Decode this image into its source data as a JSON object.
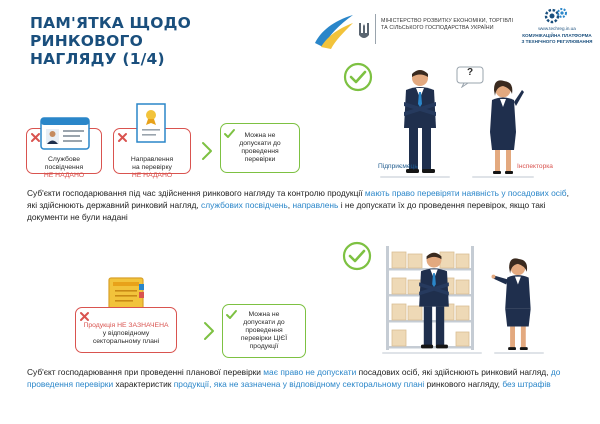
{
  "header": {
    "title_line1": "ПАМ'ЯТКА ЩОДО РИНКОВОГО",
    "title_line2": "НАГЛЯДУ (1/4)",
    "ministry_line1": "Міністерство розвитку економіки, торгівлі",
    "ministry_line2": "та сільського господарства України",
    "platform_url": "www.techreg.in.ua",
    "platform_name_line1": "Комунікаційна платформа",
    "platform_name_line2": "з технічного регулювання"
  },
  "section1": {
    "card_id_line1": "Службове",
    "card_id_line2": "посвідчення",
    "card_id_status": "НЕ НАДАНО",
    "card_doc_line1": "Направлення",
    "card_doc_line2": "на перевірку",
    "card_doc_status": "НЕ НАДАНО",
    "card_allow_line1": "Можна не",
    "card_allow_line2": "допускати до",
    "card_allow_line3": "проведення",
    "card_allow_line4": "перевірки",
    "question_mark": "?",
    "role_entrepreneur": "Підприємець",
    "role_inspector": "Інспекторка",
    "para_p1": "Суб'єкти господарювання під час здійснення ринкового нагляду та контролю продукції ",
    "para_h1": "мають право перевіряти наявність у посадових осіб",
    "para_p2": ", які здійснюють державний ринковий нагляд, ",
    "para_h2": "службових посвідчень",
    "para_p3": ", ",
    "para_h3": "направлень",
    "para_p4": " і не допускати їх до проведення перевірок, якщо такі документи не були надані"
  },
  "section2": {
    "card_prod_line1": "Продукція НЕ ЗАЗНАЧЕНА",
    "card_prod_line2": "у відповідному",
    "card_prod_line3": "секторальному плані",
    "card_allow_line1": "Можна не",
    "card_allow_line2": "допускати до",
    "card_allow_line3": "проведення",
    "card_allow_line4": "перевірки ЦІЄЇ",
    "card_allow_line5": "продукції",
    "para_p1": "Суб'єкт господарювання при проведенні планової перевірки ",
    "para_h1": "має право не допускати",
    "para_p2": " посадових осіб, які здійснюють ринковий нагляд, ",
    "para_h2": "до проведення перевірки",
    "para_p3": " характеристик ",
    "para_h3": "продукції, яка не зазначена у відповідному секторальному плані",
    "para_p4": " ринкового нагляду, ",
    "para_h4": "без штрафів"
  },
  "colors": {
    "title": "#1a4f7d",
    "red": "#d9534f",
    "green": "#7dc142",
    "highlight": "#2a86c9",
    "suit": "#1f2f4d",
    "folder": "#f2c33b"
  },
  "icons": [
    "ukraine-logo-icon",
    "trident-icon",
    "techreg-gears-icon",
    "id-badge-icon",
    "certificate-icon",
    "folder-icon",
    "x-icon",
    "check-icon",
    "arrow-right-icon",
    "question-bubble-icon",
    "warehouse-shelf-icon"
  ]
}
